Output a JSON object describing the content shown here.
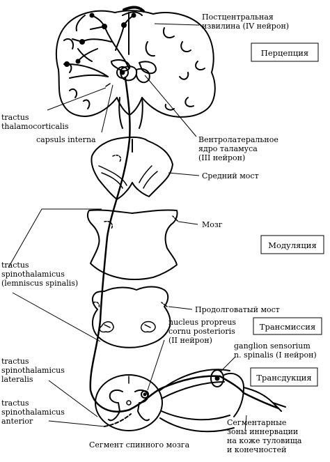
{
  "labels": {
    "postcentral": [
      "Постцентральная",
      "извилина (IV нейрон)"
    ],
    "thalamocortical": [
      "tractus",
      "thalamocorticalis"
    ],
    "capsula": [
      "capsuls interna"
    ],
    "ventrolateral": [
      "Вентролатеральное",
      "ядро таламуса",
      "(III нейрон)"
    ],
    "midbrain": [
      "Средний мост"
    ],
    "brain": [
      "Мозг"
    ],
    "spinothalamicus": [
      "tractus",
      "spinothalamicus",
      "(lemniscus spinalis)"
    ],
    "medulla": [
      "Продолговатый мост"
    ],
    "nucleus": [
      "nucleus propreus",
      "cornu posterioris",
      "(II нейрон)"
    ],
    "ganglion": [
      "ganglion sensorium",
      "n. spinalis (I нейрон)"
    ],
    "lateralis": [
      "tractus",
      "spinothalamicus",
      "lateralis"
    ],
    "anterior": [
      "tractus",
      "spinothalamicus",
      "anterior"
    ],
    "segmental": [
      "Сегментарные",
      "зоны иннервации",
      "на коже туловища",
      "и конечностей"
    ],
    "segment": [
      "Сегмент спинного мозга"
    ]
  },
  "stages": {
    "perception": "Перцепция",
    "modulation": "Модуляция",
    "transmission": "Трансмиссия",
    "transduction": "Трансдукция"
  }
}
